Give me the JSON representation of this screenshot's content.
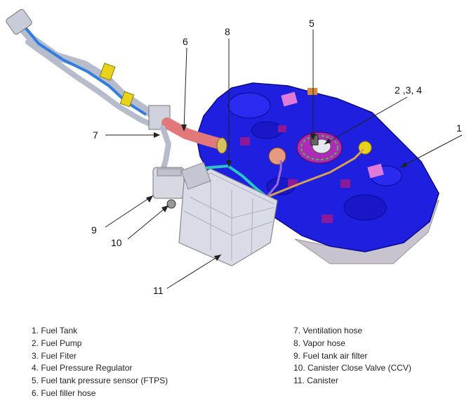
{
  "callouts": {
    "c1": "1",
    "c234": "2 ,3, 4",
    "c5": "5",
    "c6": "6",
    "c7": "7",
    "c8": "8",
    "c9": "9",
    "c10": "10",
    "c11": "11"
  },
  "legend": {
    "left": [
      "1. Fuel Tank",
      "2. Fuel Pump",
      "3. Fuel Fiter",
      "4. Fuel Pressure Regulator",
      "5. Fuel tank pressure sensor (FTPS)",
      "6. Fuel filler hose"
    ],
    "right": [
      "7. Ventilation hose",
      "8. Vapor hose",
      "9. Fuel tank air filter",
      "10. Canister Close Valve (CCV)",
      "11. Canister"
    ]
  },
  "colors": {
    "tank": "#1f1fe0",
    "filler_hose": "#e2787a",
    "vapor_hose": "#2bc4c4",
    "pipe_stripe": "#2f7de0",
    "canister": "#d9dbe6",
    "clamp": "#e8d21a",
    "pad": "#e07ad8"
  }
}
